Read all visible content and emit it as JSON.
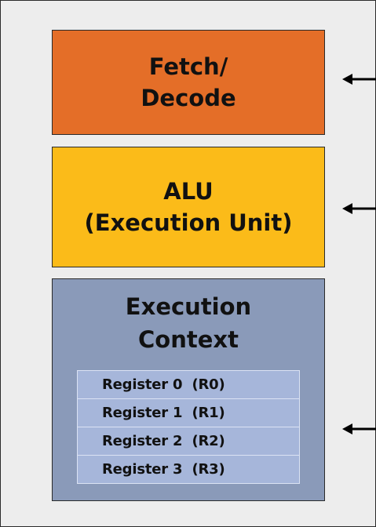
{
  "blocks": {
    "fetch_decode": {
      "line1": "Fetch/",
      "line2": "Decode",
      "color": "#e46e28"
    },
    "alu": {
      "line1": "ALU",
      "line2": "(Execution Unit)",
      "color": "#fbbb19"
    },
    "execution_context": {
      "line1": "Execution",
      "line2": "Context",
      "color": "#8a9ab9",
      "registers": [
        "Register 0  (R0)",
        "Register 1  (R1)",
        "Register 2  (R2)",
        "Register 3  (R3)"
      ],
      "register_color": "#a6b6da"
    }
  },
  "arrows": [
    {
      "target": "fetch_decode",
      "direction": "left"
    },
    {
      "target": "alu",
      "direction": "left"
    },
    {
      "target": "execution_context",
      "direction": "left"
    }
  ]
}
